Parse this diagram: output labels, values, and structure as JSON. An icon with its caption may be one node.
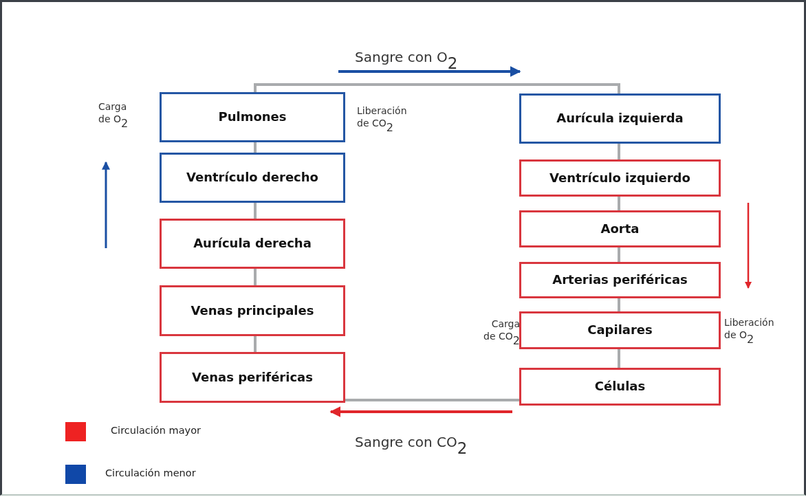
{
  "diagram": {
    "nodes": [
      {
        "text": [
          "Pulmones"
        ]
      },
      {
        "text": [
          "Ventrículo derecho"
        ]
      },
      {
        "text": [
          "Aurícula derecha"
        ]
      },
      {
        "text": [
          "Venas principales"
        ]
      },
      {
        "text": [
          "Venas periféricas"
        ]
      },
      {
        "text": [
          "Aurícula izquierda"
        ]
      },
      {
        "text": [
          "Ventrículo izquierdo"
        ]
      },
      {
        "text": [
          "Aorta"
        ]
      },
      {
        "text": [
          "Arterias periféricas"
        ]
      },
      {
        "text": [
          "Capilares"
        ]
      },
      {
        "text": [
          "Células"
        ]
      }
    ],
    "labels": [
      "Sangre con O$_{2}$",
      "Carga de O$_{2}$",
      "Liberación de CO$_{2}$",
      "Carga de CO$_{2}$",
      "Liberación de O$_{2}$",
      "Sangre con CO$_{2}$"
    ],
    "legend": [
      {
        "text": "Circulación mayor",
        "color": "#ee2222"
      },
      {
        "text": "Circulación menor",
        "color": "#1048a8"
      }
    ]
  }
}
